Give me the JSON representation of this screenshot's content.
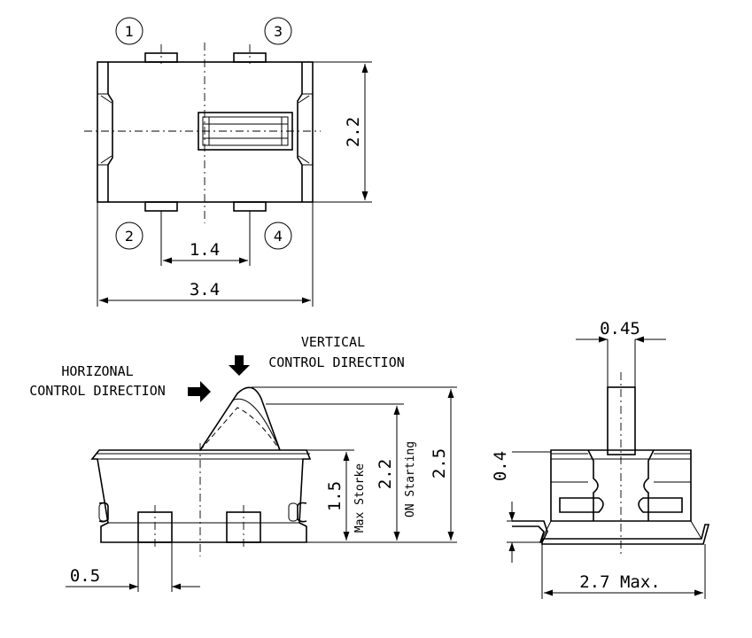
{
  "pins": {
    "p1": "1",
    "p2": "2",
    "p3": "3",
    "p4": "4"
  },
  "dimensions": {
    "top_height": "2.2",
    "pin_pitch": "1.4",
    "body_length": "3.4",
    "max_stroke_value": "1.5",
    "max_stroke_label": "Max Storke",
    "on_start_value": "2.2",
    "on_start_label": "ON Starting",
    "overall_height": "2.5",
    "pin_width": "0.5",
    "actuator_width": "0.45",
    "standoff": "0.4",
    "width_max": "2.7 Max."
  },
  "labels": {
    "horizontal_line1": "HORIZONAL",
    "horizontal_line2": "CONTROL DIRECTION",
    "vertical_line1": "VERTICAL",
    "vertical_line2": "CONTROL DIRECTION"
  }
}
